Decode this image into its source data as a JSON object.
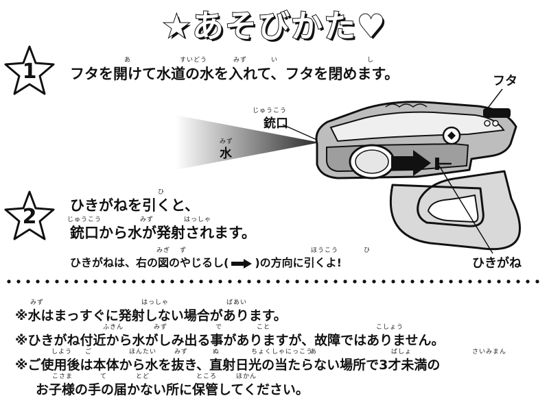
{
  "title": {
    "left_symbol": "★",
    "text": "あそびかた",
    "right_symbol": "♥"
  },
  "step1": {
    "number": "1",
    "text": "フタを開けて水道の水を入れて、フタを閉めます。",
    "ruby": [
      "あ",
      "すいどう",
      "みず",
      "い",
      "し"
    ]
  },
  "labels": {
    "lid": "フタ",
    "muzzle": "銃口",
    "muzzle_ruby": "じゅうこう",
    "water": "水",
    "water_ruby": "みず",
    "trigger": "ひきがね"
  },
  "step2": {
    "number": "2",
    "line1": "ひきがねを引くと、",
    "line1_ruby": [
      "ひ"
    ],
    "line2": "銃口から水が発射されます。",
    "line2_ruby": [
      "じゅうこう",
      "みず",
      "はっしゃ"
    ],
    "line3_before": "ひきがねは、右の図のやじるし(",
    "line3_after": ")の方向に引くよ!",
    "line3_ruby": [
      "みぎ",
      "ず",
      "ほうこう",
      "ひ"
    ]
  },
  "notes": [
    {
      "text": "※水はまっすぐに発射しない場合があります。",
      "ruby": [
        "みず",
        "はっしゃ",
        "ばあい"
      ]
    },
    {
      "text": "※ひきがね付近から水がしみ出る事がありますが、故障ではありません。",
      "ruby": [
        "ふきん",
        "みず",
        "で",
        "こと",
        "こしょう"
      ]
    },
    {
      "text": "※ご使用後は本体から水を抜き、直射日光の当たらない場所で3才未満の",
      "ruby": [
        "しよう",
        "ご",
        "ほんたい",
        "みず",
        "ぬ",
        "ちょくしゃにっこう",
        "あ",
        "ばしょ",
        "さいみまん"
      ]
    },
    {
      "text": "お子様の手の届かない所に保管してください。",
      "ruby": [
        "こさま",
        "て",
        "とど",
        "ところ",
        "ほかん"
      ]
    }
  ]
}
